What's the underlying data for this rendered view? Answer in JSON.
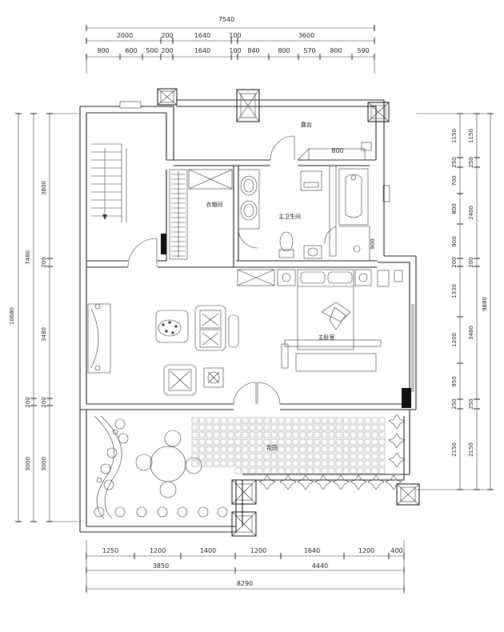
{
  "dimensions": {
    "top_total": "7540",
    "top_row1": [
      "2000",
      "200",
      "1640",
      "100",
      "3600"
    ],
    "top_row2": [
      "900",
      "600",
      "500",
      "200",
      "1640",
      "100",
      "840",
      "800",
      "570",
      "800",
      "590"
    ],
    "bottom_row1": [
      "1250",
      "1200",
      "1400",
      "1200",
      "1640",
      "1200",
      "400"
    ],
    "bottom_row2": [
      "3850",
      "4440"
    ],
    "bottom_total": "8290",
    "left_total": "10680",
    "left_row1": [
      "7480",
      "200",
      "3000"
    ],
    "left_row2": [
      "3800",
      "200",
      "3480",
      "200",
      "3000"
    ],
    "right_total": "9880",
    "right_row1": [
      "1150",
      "250",
      "700",
      "800",
      "900",
      "200",
      "1330",
      "1200",
      "950",
      "250",
      "2150"
    ],
    "right_row2": [
      "1150",
      "250",
      "2400",
      "200",
      "3480",
      "250",
      "2150"
    ]
  },
  "rooms": {
    "terrace": "露台",
    "storage": "衣帽间",
    "master_bath": "主卫生间",
    "master_bedroom": "主卧室",
    "garden": "花园"
  },
  "annotations": {
    "bath_width": "800",
    "shower_width": "900"
  }
}
